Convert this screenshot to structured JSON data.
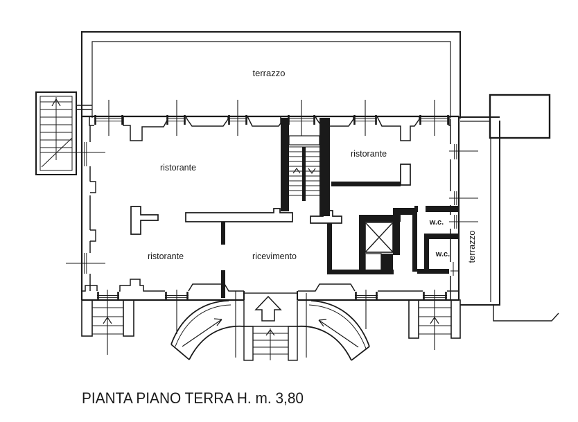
{
  "drawing": {
    "title": "PIANTA PIANO TERRA H. m. 3,80",
    "rooms": {
      "terrace_top": "terrazzo",
      "terrace_right": "terrazzo",
      "restaurant_upper_left": "ristorante",
      "restaurant_upper_right": "ristorante",
      "restaurant_lower_left": "ristorante",
      "reception": "ricevimento",
      "wc_upper": "w.c.",
      "wc_lower": "w.c."
    },
    "colors": {
      "ink": "#1a1a1a",
      "paper": "#ffffff"
    }
  }
}
